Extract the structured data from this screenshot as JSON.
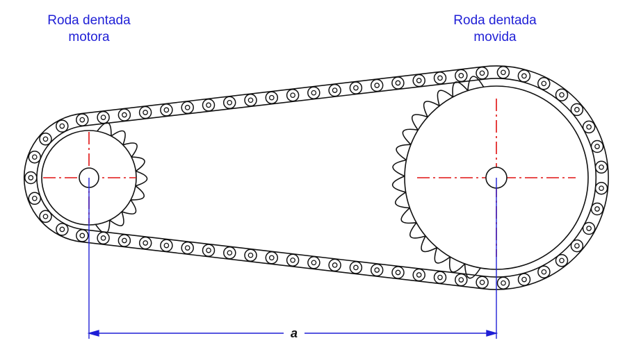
{
  "labels": {
    "driver_line1": "Roda dentada",
    "driver_line2": "motora",
    "driven_line1": "Roda dentada",
    "driven_line2": "movida",
    "center_distance": "a"
  },
  "colors": {
    "label_text": "#1f1fd6",
    "center_line": "#e01010",
    "dimension_line": "#1f1fd6",
    "drawing_line": "#111111"
  },
  "sprockets": {
    "driver_teeth_visible": 9,
    "driven_teeth_visible": 16
  }
}
